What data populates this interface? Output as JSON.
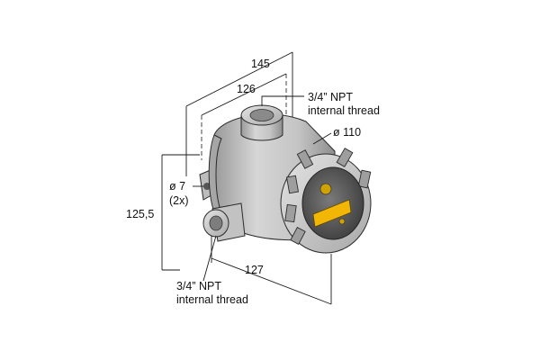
{
  "dimensions": {
    "overall_width": "145",
    "inner_width": "126",
    "height": "125,5",
    "depth": "127",
    "housing_diameter": "ø 110",
    "mount_hole": "ø 7",
    "mount_hole_count": "(2x)"
  },
  "callouts": {
    "top_port": {
      "line1": "3/4” NPT",
      "line2": "internal thread"
    },
    "side_port": {
      "line1": "3/4” NPT",
      "line2": "internal thread"
    }
  },
  "colors": {
    "body_light": "#dcdcdc",
    "body_mid": "#b8b8b8",
    "body_dark": "#8d8d8d",
    "insert_yellow": "#f2b705",
    "line": "#1a1a1a"
  }
}
